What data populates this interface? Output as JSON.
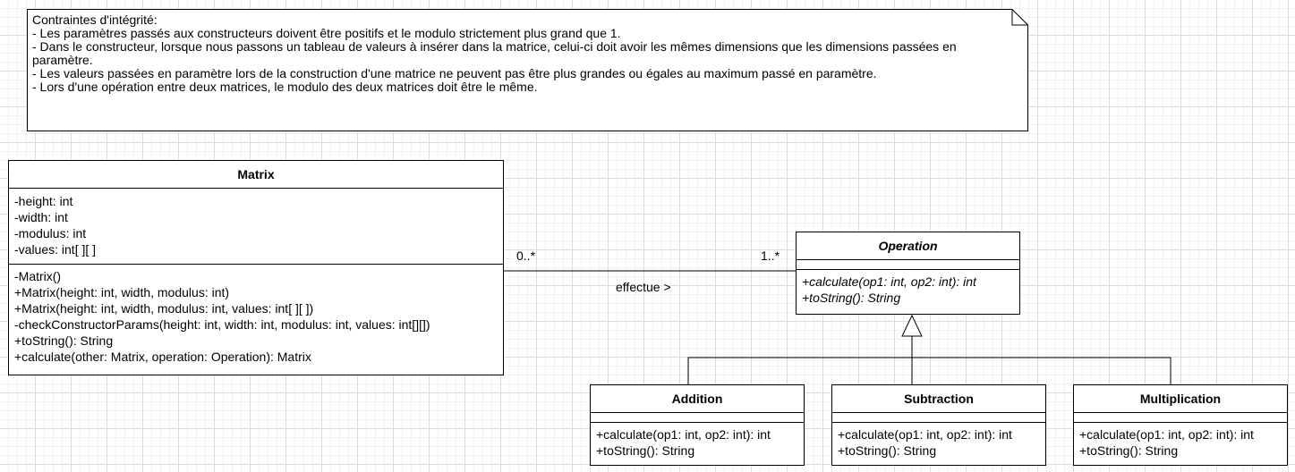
{
  "note": {
    "lines": [
      "Contraintes d'intégrité:",
      "- Les paramètres passés aux constructeurs doivent être positifs et le modulo strictement plus grand que 1.",
      "- Dans le constructeur, lorsque nous passons un tableau de valeurs à insérer dans la matrice, celui-ci doit avoir les mêmes dimensions que les dimensions passées en paramètre.",
      "- Les valeurs passées en paramètre lors de la construction d'une matrice ne peuvent pas être plus grandes ou égales au maximum passé en paramètre.",
      "- Lors d'une opération entre deux matrices, le modulo des deux matrices doit être le même."
    ]
  },
  "classes": {
    "matrix": {
      "name": "Matrix",
      "attributes": [
        "-height: int",
        "-width: int",
        "-modulus: int",
        "-values: int[ ][ ]"
      ],
      "methods": [
        "-Matrix()",
        "+Matrix(height: int, width, modulus: int)",
        "+Matrix(height: int, width, modulus: int, values: int[ ][ ])",
        "-checkConstructorParams(height: int, width: int, modulus: int, values: int[][])",
        "+toString(): String",
        "+calculate(other: Matrix, operation: Operation): Matrix"
      ]
    },
    "operation": {
      "name": "Operation",
      "methods": [
        "+calculate(op1: int, op2: int): int",
        "+toString(): String"
      ]
    },
    "addition": {
      "name": "Addition",
      "methods": [
        "+calculate(op1: int, op2: int): int",
        "+toString(): String"
      ]
    },
    "subtraction": {
      "name": "Subtraction",
      "methods": [
        "+calculate(op1: int, op2: int): int",
        "+toString(): String"
      ]
    },
    "multiplication": {
      "name": "Multiplication",
      "methods": [
        "+calculate(op1: int, op2: int): int",
        "+toString(): String"
      ]
    }
  },
  "association": {
    "left_multiplicity": "0..*",
    "right_multiplicity": "1..*",
    "label": "effectue >"
  }
}
